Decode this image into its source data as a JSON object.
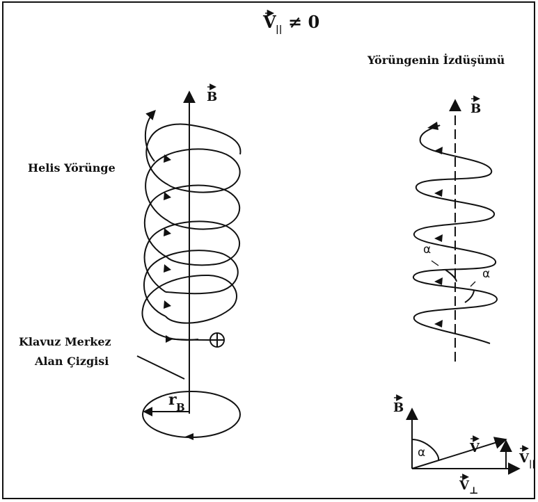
{
  "title": "V",
  "title_suffix": "≠ 0",
  "title_sub": "||",
  "labels": {
    "projection": "Yörüngenin İzdüşümü",
    "helix": "Helis Yörünge",
    "guiding_line_1": "Klavuz Merkez",
    "guiding_line_2": "Alan Çizgisi",
    "rb_main": "r",
    "rb_sub": "B",
    "field": "B",
    "alpha": "α",
    "v": "V",
    "v_perp": "V",
    "v_perp_sub": "⊥",
    "v_par": "V",
    "v_par_sub": "||",
    "charge": "⊕"
  },
  "colors": {
    "line": "#111111",
    "background": "#ffffff"
  }
}
